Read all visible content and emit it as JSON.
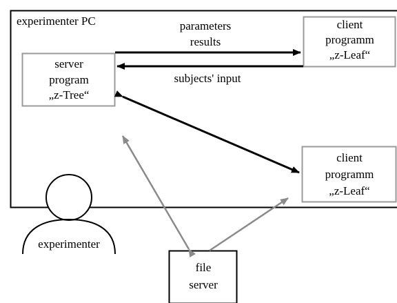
{
  "pc_box": {
    "label": "experimenter PC"
  },
  "server": {
    "line1": "server",
    "line2": "program",
    "line3": "„z-Tree“"
  },
  "client_top": {
    "line1": "client",
    "line2": "programm",
    "line3": "„z-Leaf“"
  },
  "client_bottom": {
    "line1": "client",
    "line2": "programm",
    "line3": "„z-Leaf“"
  },
  "file_server": {
    "line1": "file",
    "line2": "server"
  },
  "experimenter": {
    "label": "experimenter"
  },
  "arrows": {
    "parameters": "parameters",
    "results": "results",
    "subjects_input": "subjects' input"
  },
  "colors": {
    "box_border": "#9a9a9a",
    "gray_arrow": "#8a8a8a",
    "black": "#000000"
  }
}
